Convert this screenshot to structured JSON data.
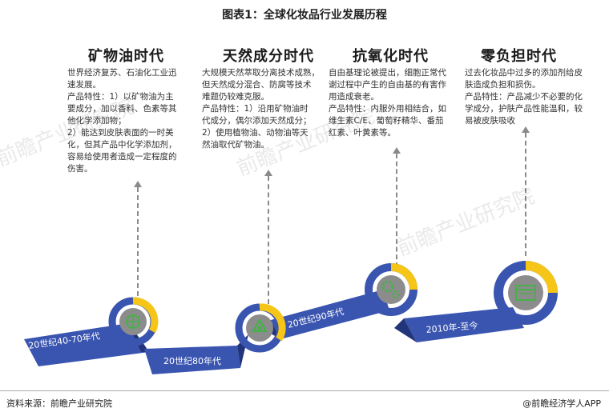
{
  "title": "图表1：全球化妆品行业发展历程",
  "eras": [
    {
      "title": "矿物油时代",
      "lines": [
        "世界经济复苏、石油化工业迅",
        "速发展。",
        "产品特性：1）以矿物油为主",
        "要成分，加以香料、色素等其",
        "他化学添加物；",
        "2）能达到皮肤表面的一时美",
        "化，但其产品中化学添加剂，",
        "容易给使用者造成一定程度的",
        "伤害。"
      ],
      "period": "20世纪40-70年代",
      "icon": "globe-icon"
    },
    {
      "title": "天然成分时代",
      "lines": [
        "大规模天然萃取分离技术成熟，",
        "但天然成分混合、防腐等技术",
        "难题仍较难克服。",
        "产品特性：1）沿用矿物油时",
        "代成分，偶尔添加天然成分；",
        "2）使用植物油、动物油等天",
        "然油取代矿物油。"
      ],
      "period": "20世纪80年代",
      "icon": "recycle-icon"
    },
    {
      "title": "抗氧化时代",
      "lines": [
        "自由基理论被提出，细胞正常代",
        "谢过程中产生的自由基的有害作",
        "用造成衰老。",
        "产品特性：内服外用相结合，如",
        "维生素C/E、葡萄籽精华、番茄",
        "红素、叶黄素等。"
      ],
      "period": "20世纪90年代",
      "icon": "gears-icon"
    },
    {
      "title": "零负担时代",
      "lines": [
        "过去化妆品中过多的添加剂给皮",
        "肤造成负担和损伤。",
        "产品特性：产品减少不必要的化",
        "学成分，护肤产品性能温和，较",
        "易被皮肤吸收"
      ],
      "period": "2010年-至今",
      "icon": "browser-icon"
    }
  ],
  "watermark": "前瞻产业研究院",
  "source": "资料来源：前瞻产业研究院",
  "brand": "@前瞻经济学人APP",
  "colors": {
    "ribbon": "#3a55b0",
    "ribbon_dark": "#22357a",
    "ring_blue": "#3a55b0",
    "ring_yellow": "#f5c518",
    "icon_bg": "#8c8c8c",
    "accent_green": "#47b04a"
  }
}
